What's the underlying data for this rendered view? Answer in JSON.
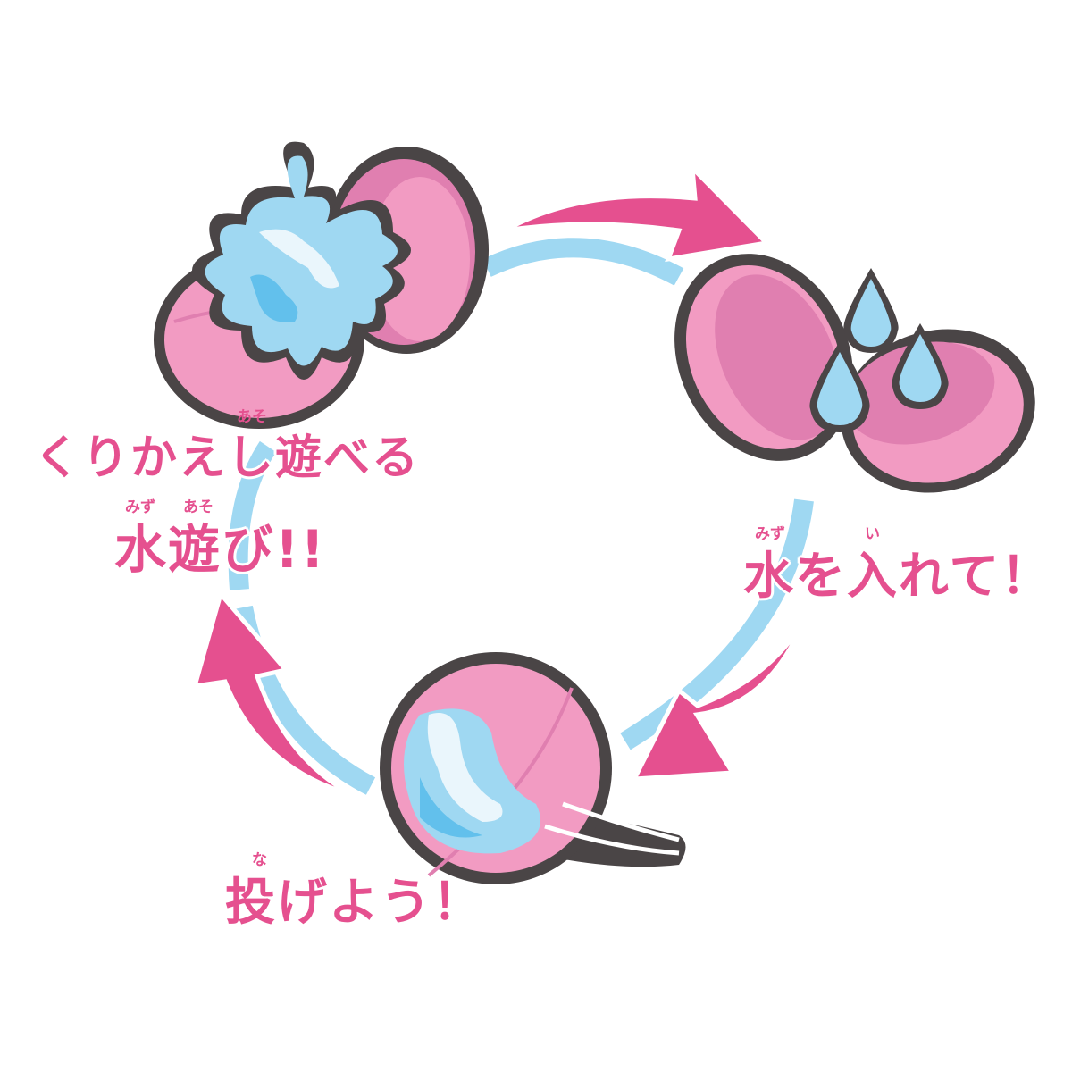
{
  "diagram": {
    "type": "cycle",
    "colors": {
      "arrow_pink": "#e5508f",
      "ring_blue": "#9fd8f2",
      "ball_pink": "#f29bc2",
      "ball_pink_dark": "#e07fb0",
      "outline": "#4a4546",
      "water_blue": "#9fd8f2",
      "water_dark": "#62c0ec",
      "water_highlight": "#eaf6fc"
    },
    "steps": [
      {
        "id": "fill",
        "text": "水を入れて！",
        "ruby": [
          {
            "base": "水",
            "reading": "みず"
          },
          {
            "base": "入",
            "reading": "い"
          }
        ],
        "illustration": "open-ball-with-water-drops"
      },
      {
        "id": "throw",
        "text": "投げよう！",
        "ruby": [
          {
            "base": "投",
            "reading": "な"
          }
        ],
        "illustration": "flying-water-ball"
      },
      {
        "id": "repeat",
        "text_line1": "くりかえし遊べる",
        "text_line2": "水遊び!!",
        "ruby": [
          {
            "base": "遊",
            "reading": "あそ"
          },
          {
            "base": "水",
            "reading": "みず"
          },
          {
            "base": "遊",
            "reading": "あそ"
          }
        ],
        "illustration": "ball-bursting-splash"
      }
    ],
    "arrows": [
      "top-right",
      "bottom-right",
      "left"
    ]
  },
  "labels": {
    "fill_main": "水を入れて！",
    "fill_ruby_mizu": "みず",
    "fill_ruby_i": "い",
    "throw_main": "投げよう！",
    "throw_ruby_na": "な",
    "repeat_line1": "くりかえし遊べる",
    "repeat_line1_ruby_aso": "あそ",
    "repeat_line2": "水遊び!!",
    "repeat_line2_ruby_mizu": "みず",
    "repeat_line2_ruby_aso": "あそ"
  }
}
